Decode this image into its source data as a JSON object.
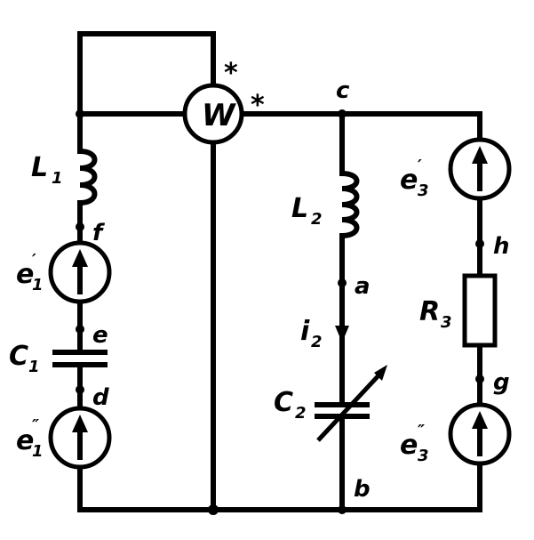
{
  "labels": {
    "L1": "L",
    "L1_sub": "1",
    "e1p": "e",
    "e1p_sub": "1",
    "e1p_mark": "′",
    "C1": "C",
    "C1_sub": "1",
    "e1pp": "e",
    "e1pp_sub": "1",
    "e1pp_mark": "″",
    "W": "W",
    "L2": "L",
    "L2_sub": "2",
    "i2": "i",
    "i2_sub": "2",
    "C2": "C",
    "C2_sub": "2",
    "e3p": "e",
    "e3p_sub": "3",
    "e3p_mark": "′",
    "R3": "R",
    "R3_sub": "3",
    "e3pp": "e",
    "e3pp_sub": "3",
    "e3pp_mark": "″",
    "star_top": "*",
    "star_right": "*"
  },
  "nodes": {
    "a": "a",
    "b": "b",
    "c": "c",
    "d": "d",
    "e": "e",
    "f": "f",
    "g": "g",
    "h": "h"
  }
}
